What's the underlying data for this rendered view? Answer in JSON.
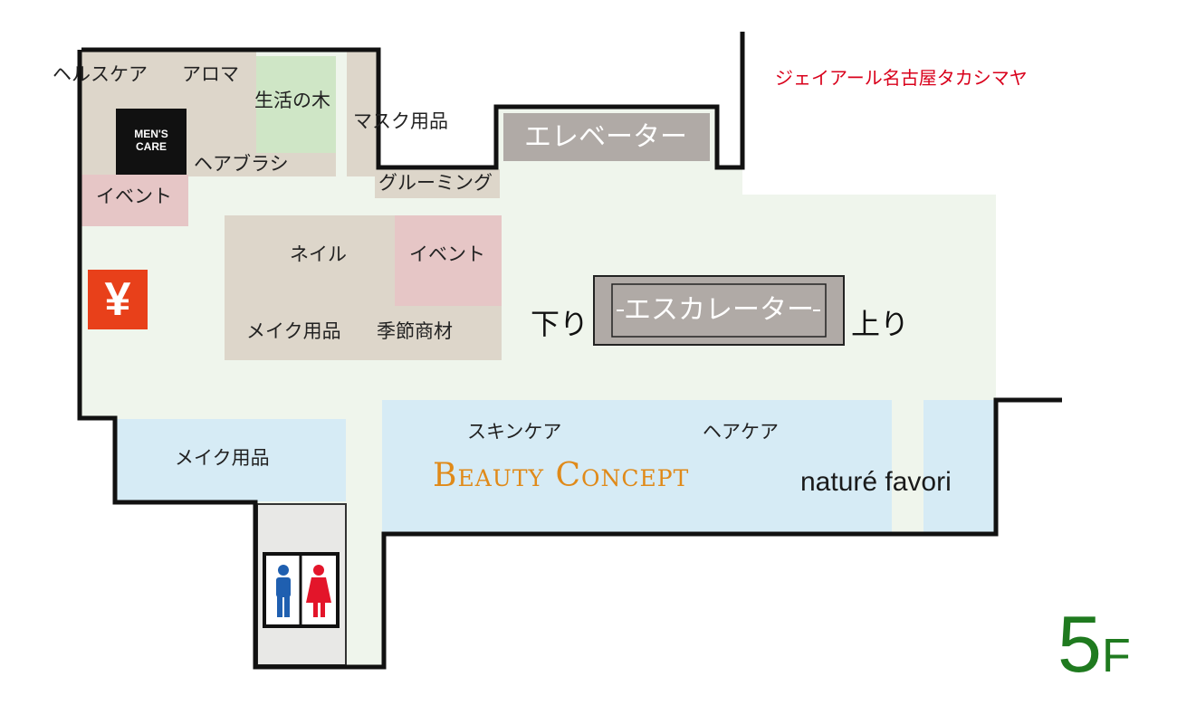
{
  "title": "ジェイアール名古屋タカシマヤ",
  "floor": {
    "number": "5",
    "suffix": "F"
  },
  "areas": {
    "health_care": "ヘルスケア",
    "aroma": "アロマ",
    "seikatsu_no_ki": "生活の木",
    "mask_goods": "マスク用品",
    "mens_care_line1": "MEN'S",
    "mens_care_line2": "CARE",
    "hair_brush": "ヘアブラシ",
    "event_left": "イベント",
    "grooming": "グルーミング",
    "elevator": "エレベーター",
    "nail": "ネイル",
    "event_center": "イベント",
    "makeup_center": "メイク用品",
    "seasonal_goods": "季節商材",
    "escalator": "エスカレーター",
    "down": "下り",
    "up": "上り",
    "makeup_lower": "メイク用品",
    "skin_care": "スキンケア",
    "hair_care": "ヘアケア"
  },
  "brands": {
    "beauty_concept": "Beauty Concept",
    "nature_favori": "naturé favori"
  },
  "icons": {
    "atm": "yen-icon",
    "restroom_male": "man-restroom-icon",
    "restroom_female": "woman-restroom-icon"
  },
  "colors": {
    "wall": "#111111",
    "floor": "#eff5ec",
    "counter": "#ddd6ca",
    "event": "#e6c6c6",
    "green_shop": "#cfe6c6",
    "beauty_zone": "#d6ebf5",
    "elevator": "#b0aaa6",
    "store_name": "#d9001b",
    "brand_orange": "#e08a19",
    "floor_label": "#1f7a1f",
    "atm": "#e8401a",
    "male": "#1f5fb0",
    "female": "#e3152a"
  }
}
